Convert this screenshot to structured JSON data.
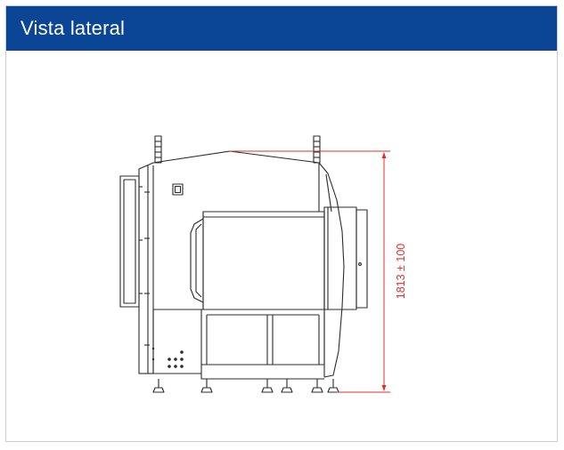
{
  "panel": {
    "title": "Vista lateral"
  },
  "drawing": {
    "view": "side view of machine",
    "height_dimension_label": "1813 ± 100",
    "line_color": "#2b2b2b",
    "dimension_color": "#e0312b",
    "header_color": "#0b4596"
  }
}
